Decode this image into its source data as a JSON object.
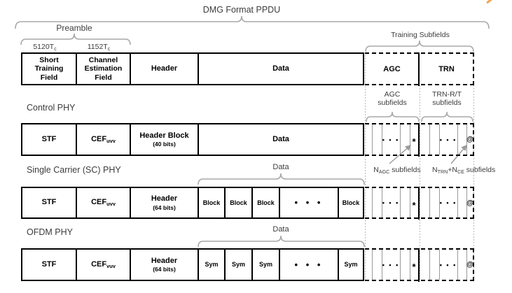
{
  "title": "DMG Format PPDU",
  "annotations": {
    "preamble": "Preamble",
    "stf_duration_base": "5120T",
    "stf_duration_sub": "c",
    "cef_duration_base": "1152T",
    "cef_duration_sub": "c",
    "training_subfields": "Training Subfields",
    "agc_subfields": "AGC\nsubfields",
    "trn_subfields": "TRN-R/T\nsubfields",
    "n_agc_base": "N",
    "n_agc_sub": "AGC",
    "n_agc_rest": " subfields",
    "n_trn_n1": "N",
    "n_trn_sub1": "TRN",
    "n_trn_plus": "+",
    "n_trn_n2": "N",
    "n_trn_sub2": "CE",
    "n_trn_rest": " subfields",
    "data_sc": "Data",
    "data_ofdm": "Data"
  },
  "row1": {
    "stf": "Short\nTraining\nField",
    "cef": "Channel\nEstimation\nField",
    "header": "Header",
    "data": "Data",
    "agc": "AGC",
    "trn": "TRN"
  },
  "control_phy": {
    "name": "Control PHY",
    "stf": "STF",
    "cef_base": "CEF",
    "cef_sub": "uvv",
    "header_line1": "Header Block",
    "header_line2": "(40 bits)",
    "data": "Data"
  },
  "sc_phy": {
    "name": "Single Carrier (SC) PHY",
    "stf": "STF",
    "cef_base": "CEF",
    "cef_sub": "uvv",
    "header_line1": "Header",
    "header_line2": "(64 bits)",
    "blocks": [
      "Block",
      "Block",
      "Block",
      "• • •",
      "Block"
    ]
  },
  "ofdm_phy": {
    "name": "OFDM PHY",
    "stf": "STF",
    "cef_base": "CEF",
    "cef_sub": "vuv",
    "header_line1": "Header",
    "header_line2": "(64 bits)",
    "symbols": [
      "Sym",
      "Sym",
      "Sym",
      "• • •",
      "Sym"
    ]
  },
  "training_cells": {
    "dots": "• • •",
    "star": "*",
    "at": "@"
  },
  "colors": {
    "box_border": "#000000",
    "brace": "#a8a8a8",
    "guide_dotted": "#b8b8b8",
    "subcell_divider": "#9a9a9a",
    "annotation_text": "#3c3c3c",
    "corner_artifact": "#f2a14e"
  }
}
